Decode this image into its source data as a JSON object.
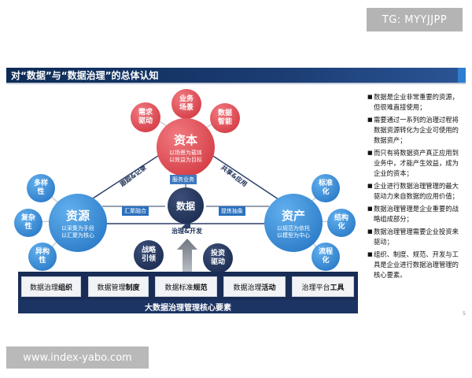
{
  "watermark_top": "TG: MYYJJPP",
  "watermark_bottom": "www.index-yabo.com",
  "slide": {
    "title": "对“数据”与“数据治理”的总体认知",
    "page_number": "5"
  },
  "diagram": {
    "capital": {
      "title": "资本",
      "sub1": "以场景为载体",
      "sub2": "以效益为目标"
    },
    "resource": {
      "title": "资源",
      "sub1": "以采集为手段",
      "sub2": "以汇聚为核心"
    },
    "asset": {
      "title": "资产",
      "sub1": "以规范为依托",
      "sub2": "以模型为中心"
    },
    "data": "数据",
    "capital_small": [
      "需求\n驱动",
      "业务\n场景",
      "数据\n智能"
    ],
    "resource_small": [
      "多样\n性",
      "复杂\n性",
      "异构\n性"
    ],
    "asset_small": [
      "标准\n化",
      "结构\n化",
      "流程\n化"
    ],
    "bottom_small": [
      "战略\n引领",
      "投资\n驱动"
    ],
    "edge_left": "服务业务",
    "edge_gather": "汇聚融合",
    "edge_refine": "提炼抽象",
    "label_tracking": "跟踪&记录",
    "label_sharing": "共享&应用",
    "label_govdev": "治理&开发",
    "boxes": [
      {
        "pre": "数据治理",
        "bold": "组织"
      },
      {
        "pre": "数据管理",
        "bold": "制度"
      },
      {
        "pre": "数据标准",
        "bold": "规范"
      },
      {
        "pre": "数据治理",
        "bold": "活动"
      },
      {
        "pre": "治理平台",
        "bold": "工具"
      }
    ],
    "base_label": "大数据治理管理核心要素"
  },
  "bullets": [
    "数据是企业非常重要的资源，但很难直接使用；",
    "需要通过一系列的治理过程将数据资源转化为企业可使用的数据资产；",
    "而只有将数据资产真正应用到业务中，才能产生效益，成为企业的资本；",
    "企业进行数据治理管理的最大驱动力来自数据的应用价值；",
    "数据治理管理是企业重要的战略组成部分；",
    "数据治理管理需要企业投资来驱动；",
    "组织、制度、规范、开发与工具是企业进行数据治理管理的核心要素。"
  ],
  "colors": {
    "navy": "#182c55",
    "red": "#d8353e",
    "blue": "#2a7fd4"
  }
}
